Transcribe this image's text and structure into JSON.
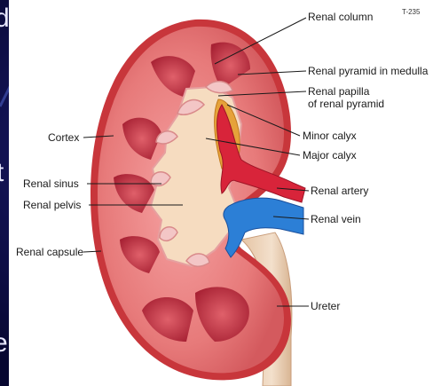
{
  "slide": {
    "edge_letters": [
      "d",
      "t",
      "e"
    ]
  },
  "figure": {
    "code": "T-235",
    "labels": {
      "renal_column": "Renal column",
      "renal_pyramid": "Renal pyramid in medulla",
      "renal_papilla_1": "Renal papilla",
      "renal_papilla_2": "of renal pyramid",
      "minor_calyx": "Minor calyx",
      "major_calyx": "Major calyx",
      "renal_artery": "Renal artery",
      "renal_vein": "Renal vein",
      "ureter": "Ureter",
      "cortex": "Cortex",
      "renal_sinus": "Renal sinus",
      "renal_pelvis": "Renal pelvis",
      "renal_capsule": "Renal capsule"
    }
  },
  "colors": {
    "slide_bg": "#0a0a3a",
    "cortex": "#e77a7a",
    "capsule": "#c8363b",
    "pyramid": "#c43a4a",
    "sinus": "#f6dcc0",
    "artery": "#d8243a",
    "vein": "#2c7fd6",
    "fat": "#e6a23a",
    "ureter": "#e9cdb0"
  }
}
